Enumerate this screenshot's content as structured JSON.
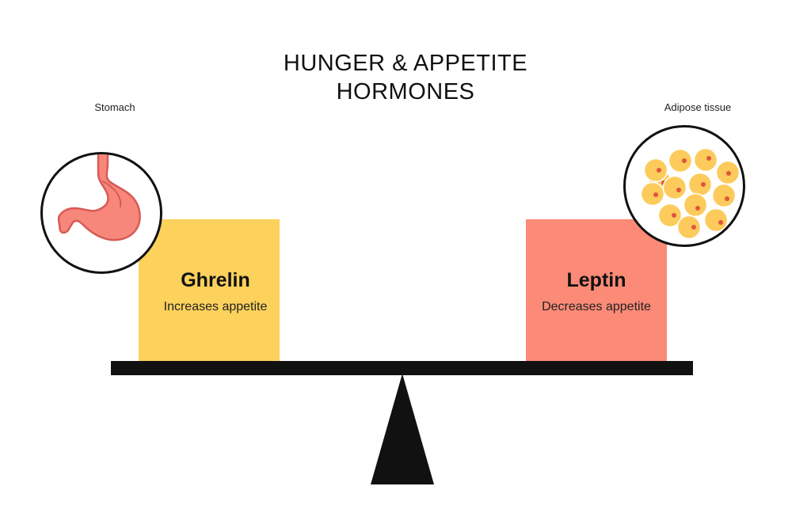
{
  "title_lines": [
    "HUNGER & APPETITE",
    "HORMONES"
  ],
  "left": {
    "caption": "Stomach",
    "icon": "stomach-icon",
    "hormone": "Ghrelin",
    "effect": "Increases appetite",
    "color": "#FCD15C"
  },
  "right": {
    "caption": "Adipose tissue",
    "icon": "fat-cells-icon",
    "hormone": "Leptin",
    "effect": "Decreases appetite",
    "color": "#FB8A77"
  },
  "colors": {
    "stomach": "#F7877A",
    "stomach_outline": "#D85A55",
    "fat_cell": "#FCCB5B",
    "fat_nucleus": "#E2553D",
    "scale": "#111111"
  }
}
